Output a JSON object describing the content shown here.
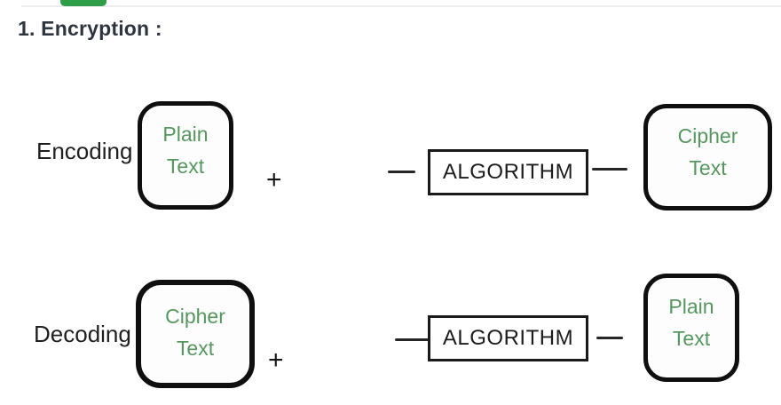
{
  "header": {
    "title": "1. Encryption :",
    "accent_color": "#2f9e49",
    "title_color": "#2e3540",
    "divider_color": "#ededed"
  },
  "diagram": {
    "colors": {
      "box_text_green": "#55985e",
      "ink": "#1c1c1c"
    },
    "rows": [
      {
        "label": "Encoding",
        "input_box": {
          "line1": "Plain",
          "line2": "Text"
        },
        "operator": "+",
        "process_box": "ALGORITHM",
        "output_box": {
          "line1": "Cipher",
          "line2": "Text"
        }
      },
      {
        "label": "Decoding",
        "input_box": {
          "line1": "Cipher",
          "line2": "Text"
        },
        "operator": "+",
        "process_box": "ALGORITHM",
        "output_box": {
          "line1": "Plain",
          "line2": "Text"
        }
      }
    ]
  }
}
